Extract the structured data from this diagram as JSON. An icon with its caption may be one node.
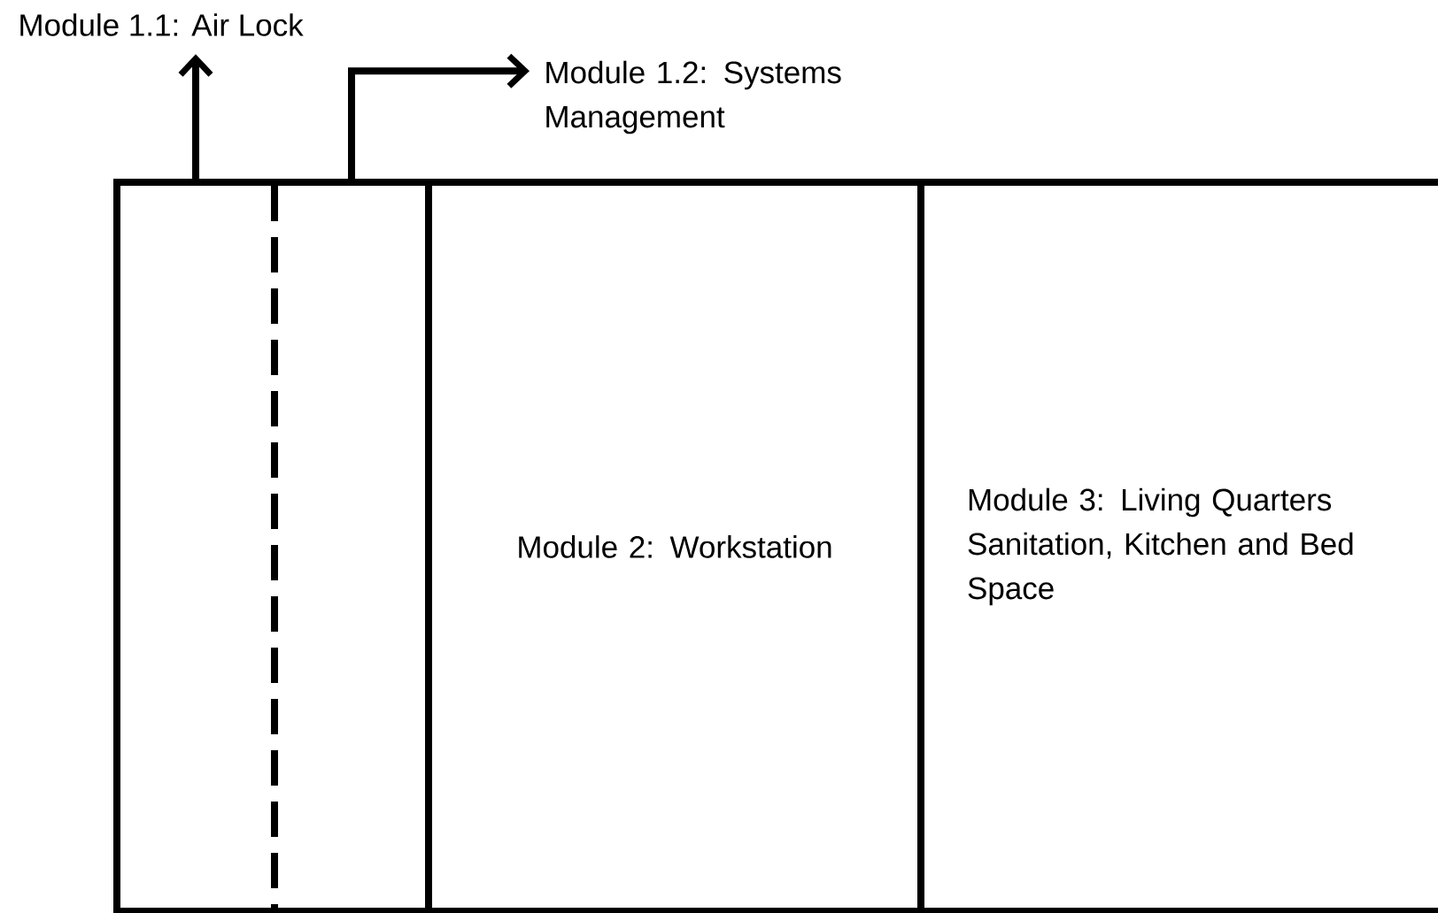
{
  "diagram": {
    "nodes": [
      {
        "text": [
          "Module 1.1: Air Lock"
        ]
      },
      {
        "text": [
          "Module 1.2: Systems Management"
        ]
      },
      {
        "text": [],
        "shape": "box"
      },
      {
        "text": [],
        "shape": "box"
      },
      {
        "text": [
          "Module 2: Workstation"
        ]
      },
      {
        "text": [
          "Module 3: Living Quarters Sanitation, Kitchen and Bed Space"
        ]
      }
    ],
    "edges": [
      {
        "from": 2,
        "to": 0,
        "arrow": "to"
      },
      {
        "from": 3,
        "to": 1,
        "arrow": "to"
      }
    ]
  }
}
